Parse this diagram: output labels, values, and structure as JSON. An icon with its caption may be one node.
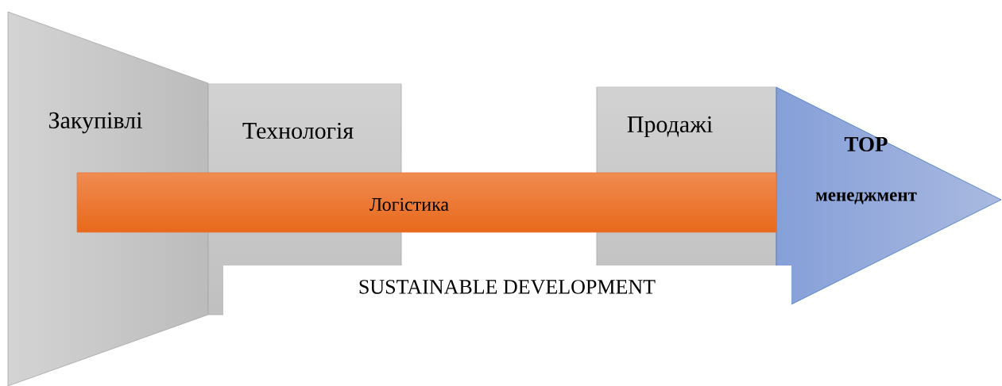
{
  "diagram": {
    "nodes": [
      {
        "text": [
          "Закупівлі"
        ]
      },
      {
        "text": [
          "Технологія"
        ]
      },
      {
        "text": [
          "Продажі"
        ]
      },
      {
        "text": [
          "TOP",
          "менеджмент"
        ]
      },
      {
        "text": [
          "Логістика"
        ]
      },
      {
        "text": [
          "SUSTAINABLE DEVELOPMENT"
        ]
      }
    ]
  }
}
